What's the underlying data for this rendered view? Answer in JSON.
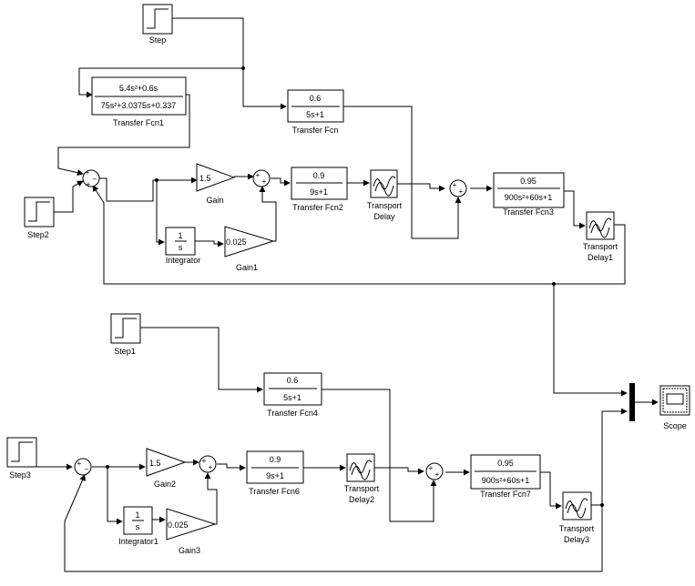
{
  "blocks": {
    "step": "Step",
    "step1": "Step1",
    "step2": "Step2",
    "step3": "Step3",
    "tf": {
      "name": "Transfer Fcn",
      "num": "0.6",
      "den": "5s+1"
    },
    "tf1": {
      "name": "Transfer Fcn1",
      "num": "5.4s²+0.6s",
      "den": "75s²+3.0375s+0.337"
    },
    "tf2": {
      "name": "Transfer Fcn2",
      "num": "0.9",
      "den": "9s+1"
    },
    "tf3": {
      "name": "Transfer Fcn3",
      "num": "0.95",
      "den": "900s²+60s+1"
    },
    "tf4": {
      "name": "Transfer Fcn4",
      "num": "0.6",
      "den": "5s+1"
    },
    "tf6": {
      "name": "Transfer Fcn6",
      "num": "0.9",
      "den": "9s+1"
    },
    "tf7": {
      "name": "Transfer Fcn7",
      "num": "0.95",
      "den": "900s²+60s+1"
    },
    "gain": {
      "name": "Gain",
      "value": "1.5"
    },
    "gain1": {
      "name": "Gain1",
      "value": "0.025"
    },
    "gain2": {
      "name": "Gain2",
      "value": "1.5"
    },
    "gain3": {
      "name": "Gain3",
      "value": "0.025"
    },
    "integrator": {
      "name": "Integrator",
      "num": "1",
      "den": "s"
    },
    "integrator1": {
      "name": "Integrator1",
      "num": "1",
      "den": "s"
    },
    "td": {
      "line1": "Transport",
      "line2": "Delay"
    },
    "td1": {
      "line1": "Transport",
      "line2": "Delay1"
    },
    "td2": {
      "line1": "Transport",
      "line2": "Delay2"
    },
    "td3": {
      "line1": "Transport",
      "line2": "Delay3"
    },
    "scope": "Scope"
  }
}
